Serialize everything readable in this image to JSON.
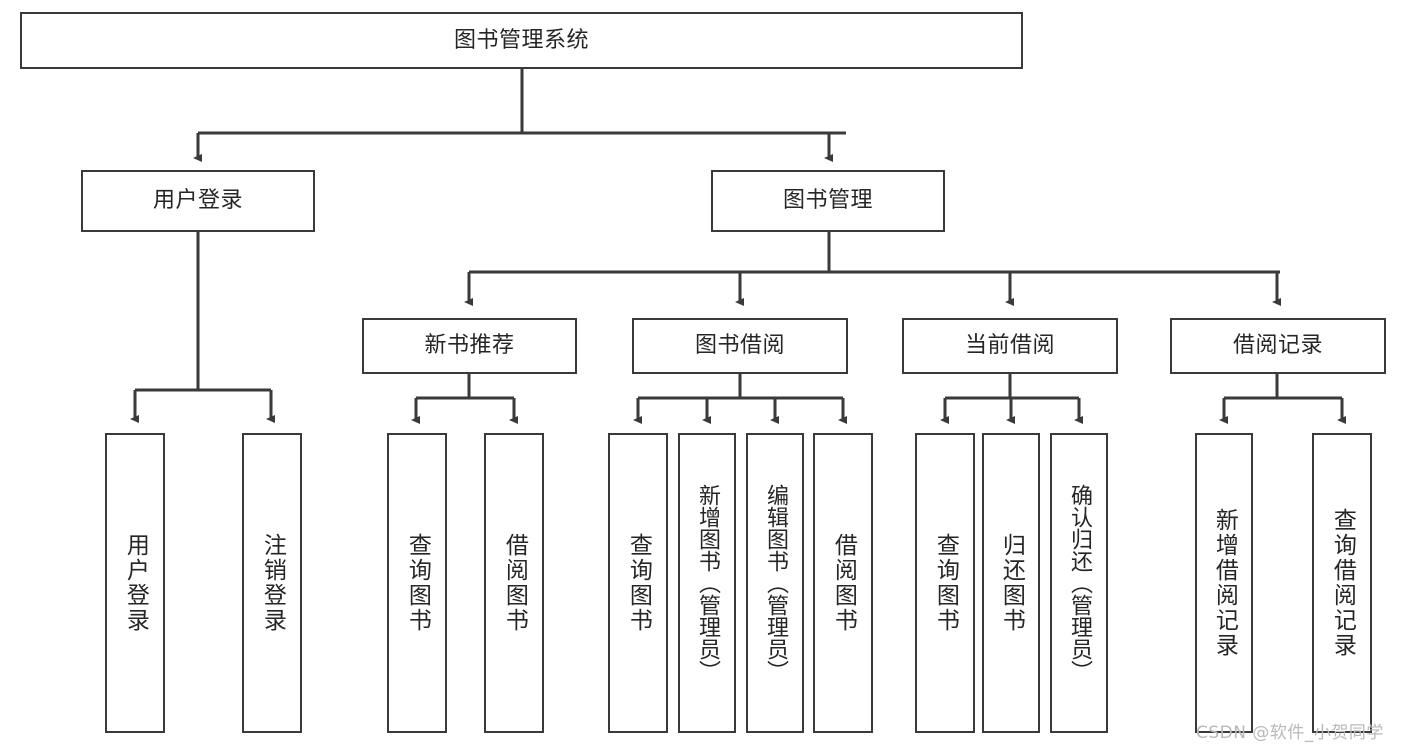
{
  "diagram": {
    "type": "tree",
    "title": "图书管理系统",
    "root": {
      "label": "图书管理系统"
    },
    "level2": [
      {
        "label": "用户登录"
      },
      {
        "label": "图书管理"
      }
    ],
    "level3": [
      {
        "label": "新书推荐"
      },
      {
        "label": "图书借阅"
      },
      {
        "label": "当前借阅"
      },
      {
        "label": "借阅记录"
      }
    ],
    "leaves": {
      "user_login": [
        {
          "label": "用户登录"
        },
        {
          "label": "注销登录"
        }
      ],
      "new_book_recommend": [
        {
          "label": "查询图书"
        },
        {
          "label": "借阅图书"
        }
      ],
      "book_borrow": [
        {
          "label": "查询图书"
        },
        {
          "label": "新增图书（管理员）"
        },
        {
          "label": "编辑图书（管理员）"
        },
        {
          "label": "借阅图书"
        }
      ],
      "current_borrow": [
        {
          "label": "查询图书"
        },
        {
          "label": "归还图书"
        },
        {
          "label": "确认归还（管理员）"
        }
      ],
      "borrow_record": [
        {
          "label": "新增借阅记录"
        },
        {
          "label": "查询借阅记录"
        }
      ]
    }
  },
  "watermark": {
    "text": "CSDN @软件_小贺同学"
  },
  "colors": {
    "stroke": "#3a3a3a",
    "text": "#262626",
    "background": "#ffffff",
    "watermark": "#b9b9b9"
  }
}
